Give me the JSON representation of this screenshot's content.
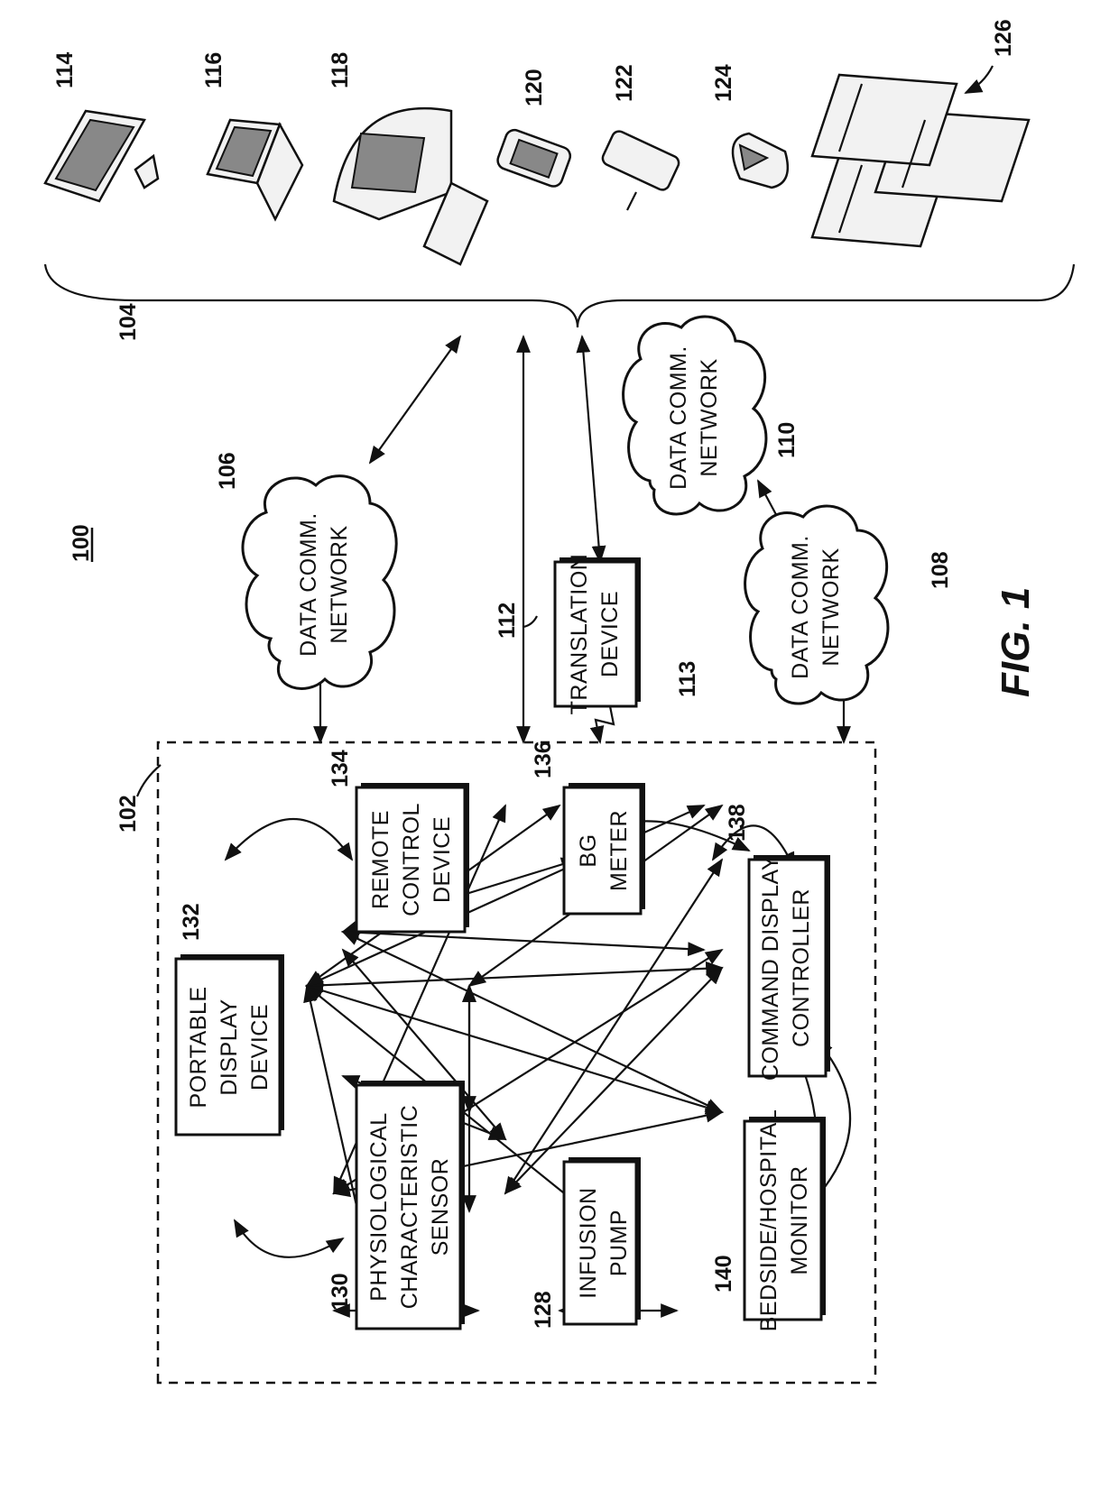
{
  "figure": {
    "title": "FIG. 1",
    "system_ref": "100"
  },
  "refs": {
    "local_system": "102",
    "devices_group": "104",
    "network_106": "106",
    "network_108": "108",
    "network_110": "110",
    "link_112": "112",
    "translation_device": "113",
    "device_114": "114",
    "device_116": "116",
    "device_118": "118",
    "device_120": "120",
    "device_122": "122",
    "device_124": "124",
    "servers_126": "126",
    "infusion_pump": "128",
    "sensor": "130",
    "portable_display": "132",
    "remote_control": "134",
    "bg_meter": "136",
    "command_display": "138",
    "bedside_monitor": "140"
  },
  "blocks": {
    "sensor": [
      "PHYSIOLOGICAL",
      "CHARACTERISTIC",
      "SENSOR"
    ],
    "infusion_pump": [
      "INFUSION",
      "PUMP"
    ],
    "bedside_monitor": [
      "BEDSIDE/HOSPITAL",
      "MONITOR"
    ],
    "portable_display": [
      "PORTABLE",
      "DISPLAY",
      "DEVICE"
    ],
    "command_display": [
      "COMMAND DISPLAY",
      "CONTROLLER"
    ],
    "remote_control": [
      "REMOTE",
      "CONTROL",
      "DEVICE"
    ],
    "bg_meter": [
      "BG",
      "METER"
    ],
    "translation_device": [
      "TRANSLATION",
      "DEVICE"
    ]
  },
  "networks": {
    "n106": [
      "DATA COMM.",
      "NETWORK"
    ],
    "n108": [
      "DATA COMM.",
      "NETWORK"
    ],
    "n110": [
      "DATA COMM.",
      "NETWORK"
    ]
  },
  "icons": [
    "monitor-icon",
    "laptop-icon",
    "desktop-computer-icon",
    "pda-icon",
    "mobile-phone-icon",
    "cell-phone-icon",
    "server-cluster-icon"
  ]
}
